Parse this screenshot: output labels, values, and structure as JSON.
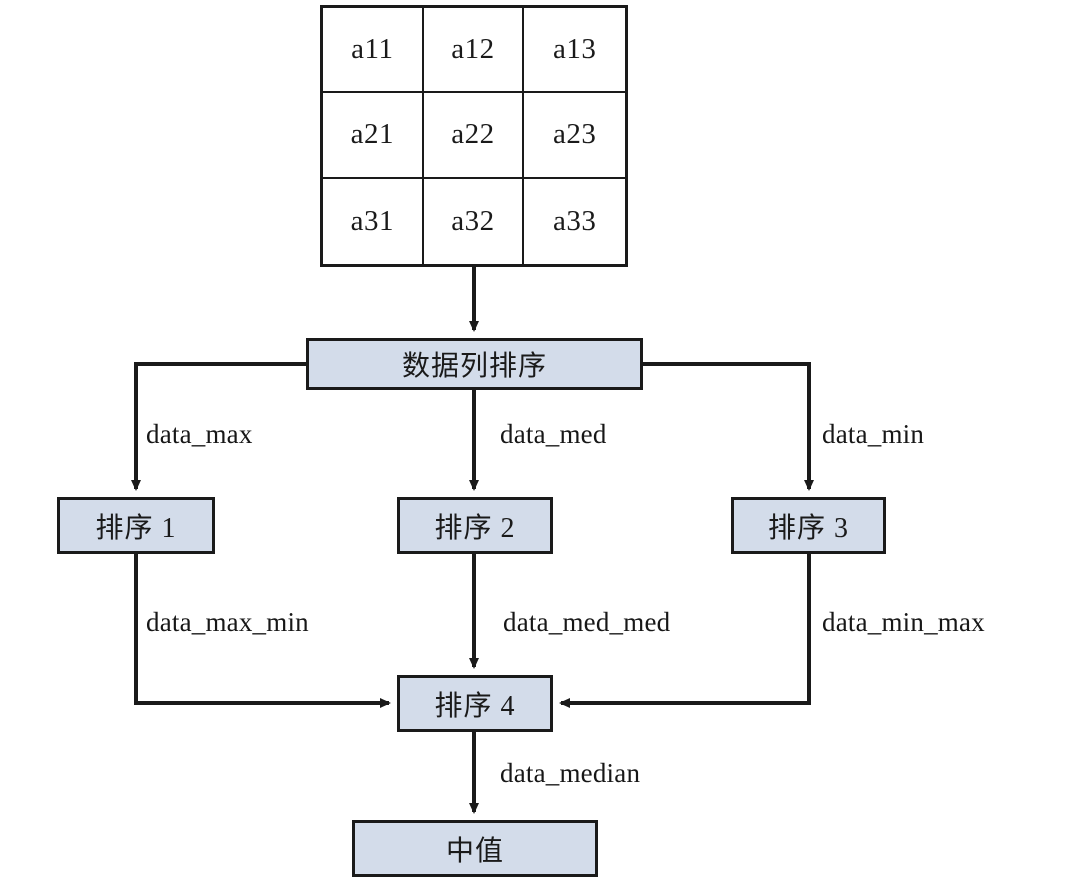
{
  "diagram": {
    "title": "median filter flowchart",
    "colors": {
      "box_fill": "#d3dcea",
      "stroke": "#1a1a1a",
      "background": "#ffffff",
      "text": "#171717"
    },
    "matrix": {
      "name": "input-window-matrix",
      "rows": [
        [
          "a11",
          "a12",
          "a13"
        ],
        [
          "a21",
          "a22",
          "a23"
        ],
        [
          "a31",
          "a32",
          "a33"
        ]
      ]
    },
    "nodes": {
      "sort_columns": "数据列排序",
      "sort_1": "排序 1",
      "sort_2": "排序 2",
      "sort_3": "排序 3",
      "sort_4": "排序 4",
      "median": "中值"
    },
    "edges": {
      "data_max": "data_max",
      "data_med": "data_med",
      "data_min": "data_min",
      "data_max_min": "data_max_min",
      "data_med_med": "data_med_med",
      "data_min_max": "data_min_max",
      "data_median": "data_median"
    }
  }
}
